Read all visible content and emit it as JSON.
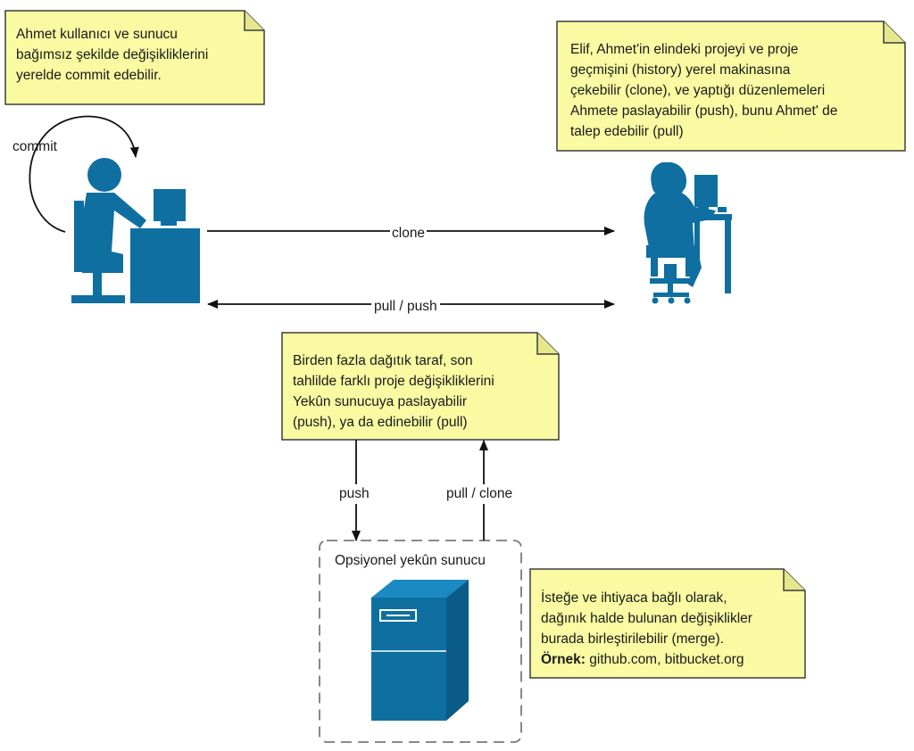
{
  "notes": {
    "ahmet": {
      "lines": [
        "Ahmet kullanıcı ve sunucu",
        "bağımsız şekilde değişikliklerini",
        "yerelde commit edebilir."
      ]
    },
    "elif": {
      "lines": [
        "Elif, Ahmet'in elindeki projeyi ve proje",
        "geçmişini (history) yerel makinasına",
        "çekebilir (clone), ve yaptığı düzenlemeleri",
        "Ahmete paslayabilir (push), bunu Ahmet' de",
        "talep edebilir (pull)"
      ]
    },
    "central": {
      "lines": [
        "Birden fazla dağıtık taraf, son",
        "tahlilde farklı proje değişikliklerini",
        "Yekûn sunucuya paslayabilir",
        "(push), ya da edinebilir (pull)"
      ]
    },
    "merge": {
      "lines": [
        "İsteğe ve ihtiyaca bağlı  olarak,",
        "dağınık halde bulunan değişiklikler",
        "burada birleştirilebilir (merge)."
      ],
      "example_label": "Örnek:",
      "example_value": " github.com, bitbucket.org"
    }
  },
  "labels": {
    "commit": "commit",
    "clone": "clone",
    "pull_push": "pull / push",
    "push": "push",
    "pull_clone": "pull / clone",
    "server_title": "Opsiyonel yekûn sunucu"
  },
  "colors": {
    "note_fill": "#fafaa3",
    "note_stroke": "#3d3d3d",
    "icon_blue": "#0e6fa0",
    "dashed_border": "#7a7a7a"
  },
  "icons": {
    "person_computer": "user-at-desk-icon",
    "woman_computer": "user-at-desk-icon",
    "server": "server-tower-icon"
  }
}
